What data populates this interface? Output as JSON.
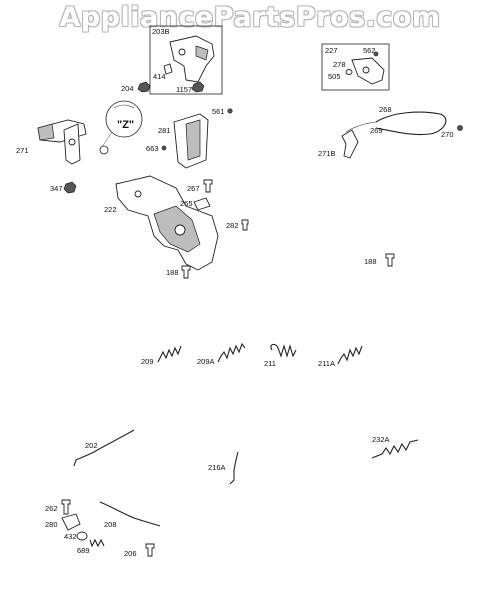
{
  "watermark": "AppliancePartsPros.com",
  "callout_text": "\"Z\"",
  "parts": {
    "p203B": "203B",
    "p204": "204",
    "p414": "414",
    "p1157": "1157",
    "p227": "227",
    "p562": "562",
    "p278": "278",
    "p505": "505",
    "p271": "271",
    "p561": "561",
    "p281": "281",
    "p663": "663",
    "p268": "268",
    "p269": "269",
    "p271B": "271B",
    "p270": "270",
    "p347": "347",
    "p267": "267",
    "p222": "222",
    "p265": "265",
    "p282": "282",
    "p188a": "188",
    "p188b": "188",
    "p209": "209",
    "p209A": "209A",
    "p211": "211",
    "p211A": "211A",
    "p202": "202",
    "p216A": "216A",
    "p232A": "232A",
    "p262": "262",
    "p280": "280",
    "p208": "208",
    "p432": "432",
    "p689": "689",
    "p206": "206"
  }
}
